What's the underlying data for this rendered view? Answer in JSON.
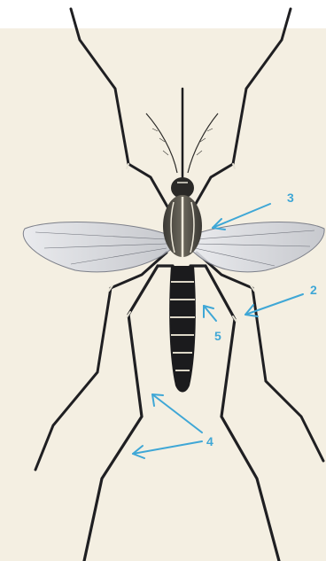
{
  "colors": {
    "page_background": "#ffffff",
    "panel_background": "#f4efe2",
    "callout_accent": "#3fa7d6",
    "insect_dark": "#1c1c1e",
    "insect_light": "#e8e4d6",
    "wing_tint": "#c9ccd4"
  },
  "diagram": {
    "subject_icon": "mosquito-illustration",
    "callouts": [
      {
        "id": "callout-2",
        "label": "2"
      },
      {
        "id": "callout-3",
        "label": "3"
      },
      {
        "id": "callout-4",
        "label": "4"
      },
      {
        "id": "callout-5",
        "label": "5"
      }
    ]
  }
}
